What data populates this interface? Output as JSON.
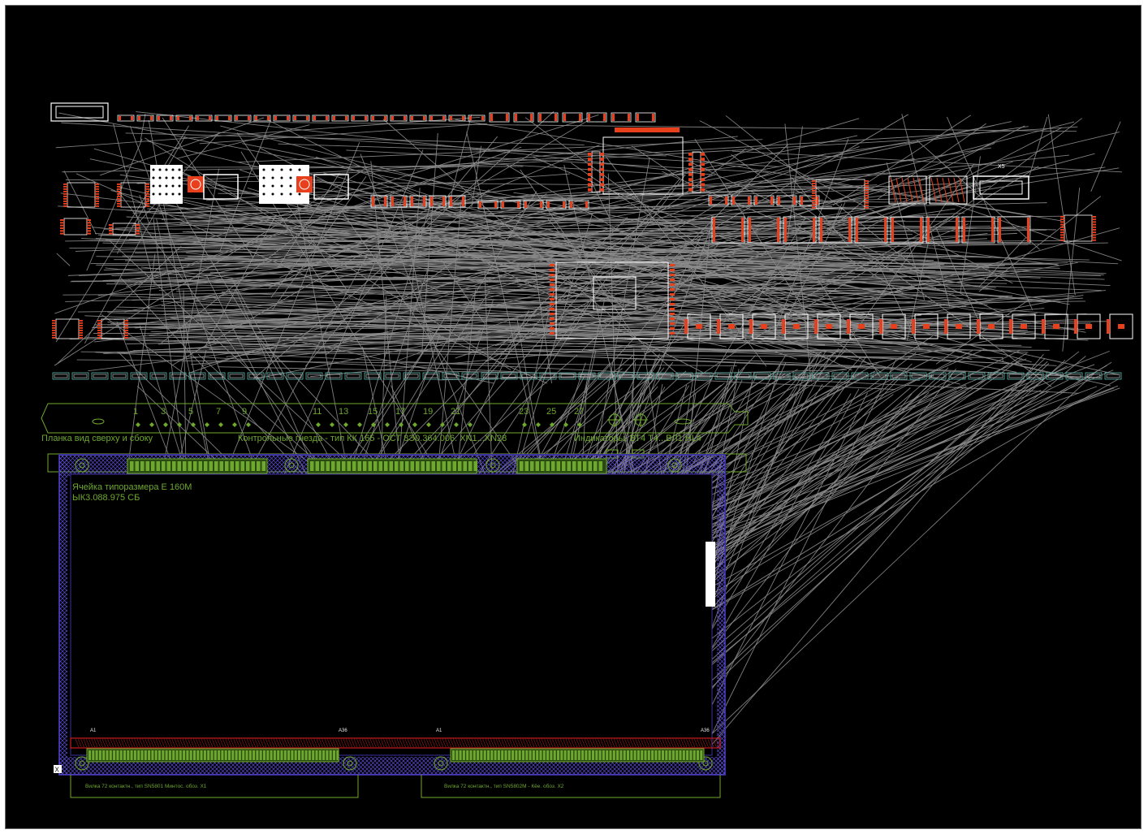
{
  "colors": {
    "background": "#000000",
    "ratsnest": "#8c8c8c",
    "pad": "#e8401c",
    "outline": "#ffffff",
    "silkscreen": "#6fa82e",
    "board_outline": "#3a2f9c",
    "hatch": "#5a4cd0",
    "keepout": "#c81e1e",
    "teal": "#5fb8b0"
  },
  "labels": {
    "connector_x5": "X5",
    "panel_label": "Планка вид сверху и сбоку",
    "test_sockets_label": "Контрольные гнезда - тип КК 165 - ОСТ 8Э0.364.006. XN1...XN28",
    "indicators_label": "Индикаторы, ВТ4 Т4...ВЛ1 НL4",
    "board_title_line1": "Ячейка типоразмера Е 160М",
    "board_title_line2": "ЫК3.088.975 СБ",
    "plug_x1_label": "Вилка 72 контактн., тип SN5801 Минтос. обоз. X1",
    "plug_x2_label": "Вилка 72 контактн., тип SN5802М - Кёе. обоз. X2",
    "pin_a1_left": "A1",
    "pin_a36_left": "A36",
    "pin_a1_right": "A1",
    "pin_a36_right": "A36",
    "origin_marker": "X"
  },
  "panel_numbers": [
    "1",
    "3",
    "5",
    "7",
    "9",
    "11",
    "13",
    "15",
    "17",
    "19",
    "21",
    "23",
    "25",
    "27"
  ]
}
